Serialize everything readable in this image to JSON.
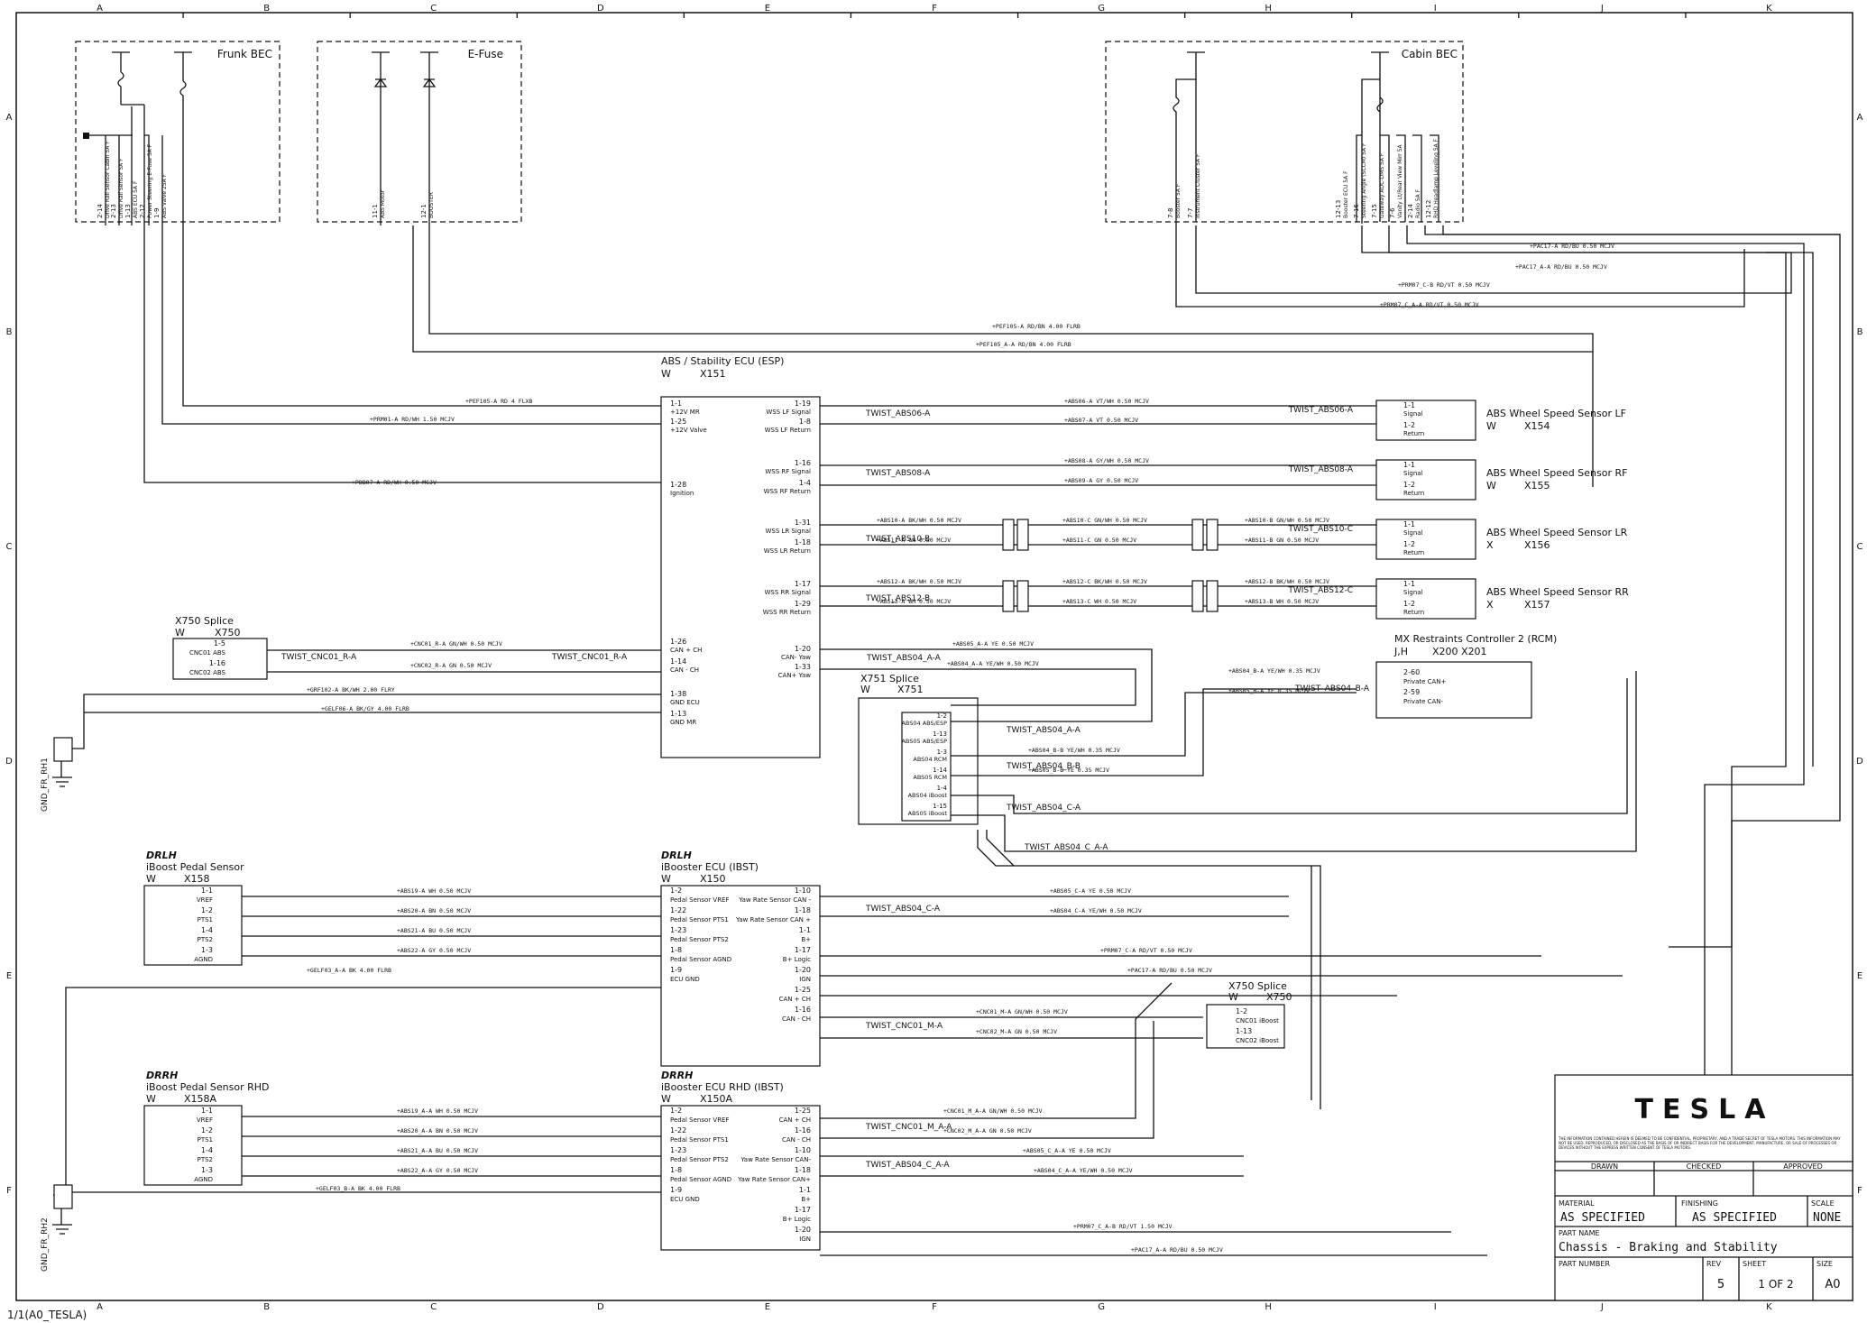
{
  "grid": {
    "cols": [
      "A",
      "B",
      "C",
      "D",
      "E",
      "F",
      "G",
      "H",
      "I",
      "J",
      "K"
    ],
    "rows": [
      "A",
      "B",
      "C",
      "D",
      "E",
      "F"
    ]
  },
  "footer_code": "1/1(A0_TESLA)",
  "bec": {
    "frunk": {
      "title": "Frunk BEC",
      "pins": [
        "2-14",
        "2-13",
        "1-13",
        "2-12",
        "1-9"
      ],
      "labels": [
        "Drive Rail Sensor Cabin 5A F",
        "Drive Rail Sensor 5A F",
        "ABS ECU 5A F",
        "Power Steering E-Fuse 5A F",
        "ABS Valve 25A F"
      ]
    },
    "efuse": {
      "title": "E-Fuse",
      "pins": [
        "11-1",
        "12-1"
      ],
      "labels": [
        "ABS Motor",
        "BOOSTER"
      ]
    },
    "cabin": {
      "title": "Cabin BEC",
      "pins": [
        "7-8",
        "7-7",
        "12-13",
        "7-16",
        "7-15",
        "7-6",
        "2-14",
        "12-12"
      ],
      "labels": [
        "Booster 5A F",
        "Instrument Cluster 5A F",
        "Booster ECU 5A F",
        "Steering Angle (SCCM) 5A F",
        "Gateway ADC-DMS 5A F",
        "Vanity Lt/Rear View Mirr 5A",
        "Radio 5A F",
        "RHD Headlamp Leveling 5A F"
      ]
    }
  },
  "abs_ecu": {
    "title": "ABS / Stability ECU (ESP)",
    "code": "W",
    "id": "X151",
    "left_pins": [
      {
        "pin": "1-1",
        "name": "+12V MR"
      },
      {
        "pin": "1-25",
        "name": "+12V Valve"
      },
      {
        "pin": "1-28",
        "name": "Ignition"
      },
      {
        "pin": "1-26",
        "name": "CAN + CH"
      },
      {
        "pin": "1-14",
        "name": "CAN - CH"
      },
      {
        "pin": "1-38",
        "name": "GND ECU"
      },
      {
        "pin": "1-13",
        "name": "GND MR"
      }
    ],
    "right_pins": [
      {
        "pin": "1-19",
        "name": "WSS LF Signal"
      },
      {
        "pin": "1-8",
        "name": "WSS LF Return"
      },
      {
        "pin": "1-16",
        "name": "WSS RF Signal"
      },
      {
        "pin": "1-4",
        "name": "WSS RF Return"
      },
      {
        "pin": "1-31",
        "name": "WSS LR Signal"
      },
      {
        "pin": "1-18",
        "name": "WSS LR Return"
      },
      {
        "pin": "1-17",
        "name": "WSS RR Signal"
      },
      {
        "pin": "1-29",
        "name": "WSS RR Return"
      },
      {
        "pin": "1-20",
        "name": "CAN- Yaw"
      },
      {
        "pin": "1-33",
        "name": "CAN+ Yaw"
      }
    ]
  },
  "sensors": [
    {
      "title": "ABS Wheel Speed Sensor LF",
      "code": "W",
      "id": "X154",
      "twist": "TWIST_ABS06-A"
    },
    {
      "title": "ABS Wheel Speed Sensor RF",
      "code": "W",
      "id": "X155",
      "twist": "TWIST_ABS08-A"
    },
    {
      "title": "ABS Wheel Speed Sensor LR",
      "code": "X",
      "id": "X156",
      "twist": "TWIST_ABS10-C"
    },
    {
      "title": "ABS Wheel Speed Sensor RR",
      "code": "X",
      "id": "X157",
      "twist": "TWIST_ABS12-C"
    }
  ],
  "sensor_pins": [
    {
      "pin": "1-1",
      "name": "Signal"
    },
    {
      "pin": "1-2",
      "name": "Return"
    }
  ],
  "x750_top": {
    "title": "X750 Splice",
    "code": "W",
    "id": "X750",
    "pins": [
      {
        "pin": "1-5",
        "name": "CNC01 ABS"
      },
      {
        "pin": "1-16",
        "name": "CNC02 ABS"
      }
    ]
  },
  "x751": {
    "title": "X751 Splice",
    "code": "W",
    "id": "X751",
    "pins": [
      {
        "pin": "1-2",
        "name": "ABS04 ABS/ESP"
      },
      {
        "pin": "1-13",
        "name": "ABS05 ABS/ESP"
      },
      {
        "pin": "1-3",
        "name": "ABS04 RCM"
      },
      {
        "pin": "1-14",
        "name": "ABS05 RCM"
      },
      {
        "pin": "1-4",
        "name": "ABS04 iBoost"
      },
      {
        "pin": "1-15",
        "name": "ABS05 iBoost"
      }
    ]
  },
  "rcm": {
    "title": "MX Restraints Controller 2 (RCM)",
    "code": "J,H",
    "ids": "X200  X201",
    "pins": [
      {
        "pin": "2-60",
        "name": "Private CAN+"
      },
      {
        "pin": "2-59",
        "name": "Private CAN-"
      }
    ],
    "twist": "TWIST_ABS04_B-A"
  },
  "pedal": {
    "tag": "DRLH",
    "title": "iBoost Pedal Sensor",
    "code": "W",
    "id": "X158",
    "pins": [
      {
        "pin": "1-1",
        "name": "VREF"
      },
      {
        "pin": "1-2",
        "name": "PTS1"
      },
      {
        "pin": "1-4",
        "name": "PTS2"
      },
      {
        "pin": "1-3",
        "name": "AGND"
      }
    ]
  },
  "pedal_rhd": {
    "tag": "DRRH",
    "title": "iBoost Pedal Sensor RHD",
    "code": "W",
    "id": "X158A",
    "pins": [
      {
        "pin": "1-1",
        "name": "VREF"
      },
      {
        "pin": "1-2",
        "name": "PTS1"
      },
      {
        "pin": "1-4",
        "name": "PTS2"
      },
      {
        "pin": "1-3",
        "name": "AGND"
      }
    ]
  },
  "ibooster": {
    "tag": "DRLH",
    "title": "iBooster ECU (IBST)",
    "code": "W",
    "id": "X150",
    "left_pins": [
      {
        "pin": "1-2",
        "name": "Pedal Sensor VREF"
      },
      {
        "pin": "1-22",
        "name": "Pedal Sensor PTS1"
      },
      {
        "pin": "1-23",
        "name": "Pedal Sensor PTS2"
      },
      {
        "pin": "1-8",
        "name": "Pedal Sensor AGND"
      },
      {
        "pin": "1-9",
        "name": "ECU GND"
      }
    ],
    "right_pins": [
      {
        "pin": "1-10",
        "name": "Yaw Rate Sensor CAN -"
      },
      {
        "pin": "1-18",
        "name": "Yaw Rate Sensor CAN +"
      },
      {
        "pin": "1-1",
        "name": "B+"
      },
      {
        "pin": "1-17",
        "name": "B+ Logic"
      },
      {
        "pin": "1-20",
        "name": "IGN"
      },
      {
        "pin": "1-25",
        "name": "CAN + CH"
      },
      {
        "pin": "1-16",
        "name": "CAN - CH"
      }
    ]
  },
  "ibooster_rhd": {
    "tag": "DRRH",
    "title": "iBooster ECU RHD (IBST)",
    "code": "W",
    "id": "X150A",
    "left_pins": [
      {
        "pin": "1-2",
        "name": "Pedal Sensor VREF"
      },
      {
        "pin": "1-22",
        "name": "Pedal Sensor PTS1"
      },
      {
        "pin": "1-23",
        "name": "Pedal Sensor PTS2"
      },
      {
        "pin": "1-8",
        "name": "Pedal Sensor AGND"
      },
      {
        "pin": "1-9",
        "name": "ECU GND"
      }
    ],
    "right_pins": [
      {
        "pin": "1-25",
        "name": "CAN + CH"
      },
      {
        "pin": "1-16",
        "name": "CAN - CH"
      },
      {
        "pin": "1-10",
        "name": "Yaw Rate Sensor CAN-"
      },
      {
        "pin": "1-18",
        "name": "Yaw Rate Sensor CAN+"
      },
      {
        "pin": "1-1",
        "name": "B+"
      },
      {
        "pin": "1-17",
        "name": "B+ Logic"
      },
      {
        "pin": "1-20",
        "name": "IGN"
      }
    ]
  },
  "x750_bottom": {
    "title": "X750 Splice",
    "code": "W",
    "id": "X750",
    "pins": [
      {
        "pin": "1-2",
        "name": "CNC01 iBoost"
      },
      {
        "pin": "1-13",
        "name": "CNC02 iBoost"
      }
    ]
  },
  "twists": {
    "cnc01_r_a": "TWIST_CNC01_R-A",
    "abs10_b": "TWIST_ABS10-B",
    "abs12_b": "TWIST_ABS12-B",
    "abs04_a_a": "TWIST_ABS04_A-A",
    "abs04_a": "TWIST_ABS04_A-A",
    "abs04_b_b": "TWIST_ABS04_B-B",
    "abs04_c_a": "TWIST_ABS04_C-A",
    "abs04_c_a_a": "TWIST_ABS04_C_A-A",
    "abs04_c_a_ib": "TWIST_ABS04_C-A",
    "cnc01_m_a": "TWIST_CNC01_M-A",
    "cnc01_m_a_a": "TWIST_CNC01_M_A-A",
    "abs04_c_a_a_rhd": "TWIST_ABS04_C_A-A"
  },
  "grounds": [
    "GND_FR_RH1",
    "GND_FR_RH2"
  ],
  "wire_labels": {
    "pef105a": "+PEF105-A  RD/BN  4.00  FLRB",
    "pef105aa": "+PEF105_A-A  RD/BN  4.00  FLRB",
    "pac17a": "+PAC17-A  RD/BU  0.50  MCJV",
    "pac17aa": "+PAC17_A-A  RD/BU  0.50  MCJV",
    "prm07cb": "+PRM07_C-B  RD/VT  0.50  MCJV",
    "prm07caa": "+PRM07_C_A-A  RD/VT  0.50  MCJV",
    "abs_1_1": "+PEF105-A  RD  4  FLXB",
    "abs_1_25": "+PRM01-A  RD/WH  1.50  MCJV",
    "abs_1_28": "+PDB07-A  RD/WH  0.50  MCJV",
    "cnc01": "+CNC01_R-A  GN/WH  0.50  MCJV",
    "cnc02": "+CNC02_R-A  GN  0.50  MCJV",
    "gnd1": "+GRF102-A  BK/WH  2.00  FLRY",
    "gnd2": "+GELF06-A  BK/GY  4.00  FLRB",
    "abs06": "+ABS06-A  VT/WH  0.50  MCJV",
    "abs07": "+ABS07-A  VT  0.50  MCJV",
    "abs08": "+ABS08-A  GY/WH  0.50  MCJV",
    "abs09": "+ABS09-A  GY  0.50  MCJV",
    "abs05": "+ABS05_A-A  YE  0.50  MCJV",
    "abs04": "+ABS04_A-A  YE/WH  0.50  MCJV",
    "abs04b": "+ABS04_B-B  YE/WH  0.35  MCJV",
    "abs05b": "+ABS05_B-B  YE  0.35  MCJV",
    "abs04ba": "+ABS04_B-A  YE/WH  0.35  MCJV",
    "abs05ba": "+ABS05_B-A  YE  0.35  MCJV",
    "abs19": "+ABS19-A  WH  0.50  MCJV",
    "abs20": "+ABS20-A  BN  0.50  MCJV",
    "abs21": "+ABS21-A  BU  0.50  MCJV",
    "abs22": "+ABS22-A  GY  0.50  MCJV",
    "gelf03aa": "+GELF03_A-A  BK  4.00  FLRB",
    "gelf03ba": "+GELF03_B-A  BK  4.00  FLRB",
    "abs05ca": "+ABS05_C-A  YE  0.50  MCJV",
    "abs04ca": "+ABS04_C-A  YE/WH  0.50  MCJV",
    "prm07ca": "+PRM07_C-A  RD/VT  0.50  MCJV",
    "cnc01ma": "+CNC01_M-A  GN/WH  0.50  MCJV",
    "cnc02ma": "+CNC02_M-A  GN  0.50  MCJV",
    "cnc01maa": "+CNC01_M_A-A  GN/WH  0.50  MCJV",
    "cnc02maa": "+CNC02_M_A-A  GN  0.50  MCJV",
    "abs05caa": "+ABS05_C_A-A  YE  0.50  MCJV",
    "abs04caa": "+ABS04_C_A-A  YE/WH  0.50  MCJV",
    "prm07cab": "+PRM07_C_A-B  RD/VT  1.50  MCJV",
    "abs19r": "+ABS19_A-A  WH  0.50  MCJV",
    "abs20r": "+ABS20_A-A  BN  0.50  MCJV",
    "abs21r": "+ABS21_A-A  BU  0.50  MCJV",
    "abs22r": "+ABS22_A-A  GY  0.50  MCJV",
    "abs10a": "+ABS10-A  BK/WH  0.50  MCJV",
    "abs11a": "+ABS11-A  GN  0.50  MCJV",
    "abs10c": "+ABS10-C  GN/WH  0.50  MCJV",
    "abs11c": "+ABS11-C  GN  0.50  MCJV",
    "abs10b": "+ABS10-B  GN/WH  0.50  MCJV",
    "abs11b": "+ABS11-B  GN  0.50  MCJV",
    "abs12a": "+ABS12-A  BK/WH  0.50  MCJV",
    "abs13a": "+ABS13-A  WH  0.50  MCJV",
    "abs12c": "+ABS12-C  BK/WH  0.50  MCJV",
    "abs13c": "+ABS13-C  WH  0.50  MCJV",
    "abs12b": "+ABS12-B  BK/WH  0.50  MCJV",
    "abs13b": "+ABS13-B  WH  0.50  MCJV"
  },
  "title_block": {
    "brand": "TESLA",
    "disclaimer": "THE INFORMATION CONTAINED HEREIN IS DEEMED TO BE CONFIDENTIAL, PROPRIETARY, AND A TRADE SECRET OF TESLA MOTORS. THIS INFORMATION MAY NOT BE USED, REPRODUCED, OR DISCLOSED AS THE BASIS OF OR INDIRECT BASIS FOR THE DEVELOPMENT, MANUFACTURE, OR SALE OF PROCESSES OR DEVICES WITHOUT THE EXPRESS WRITTEN CONSENT OF TESLA MOTORS.",
    "drawn": "DRAWN",
    "checked": "CHECKED",
    "approved": "APPROVED",
    "material_label": "MATERIAL",
    "material": "AS SPECIFIED",
    "finishing_label": "FINISHING",
    "finishing": "AS SPECIFIED",
    "scale_label": "SCALE",
    "scale": "NONE",
    "part_name_label": "PART NAME",
    "part_name": "Chassis - Braking and Stability",
    "part_number_label": "PART NUMBER",
    "rev_label": "REV",
    "rev": "5",
    "sheet_label": "SHEET",
    "sheet": "1 OF 2",
    "size_label": "SIZE",
    "size": "A0"
  }
}
